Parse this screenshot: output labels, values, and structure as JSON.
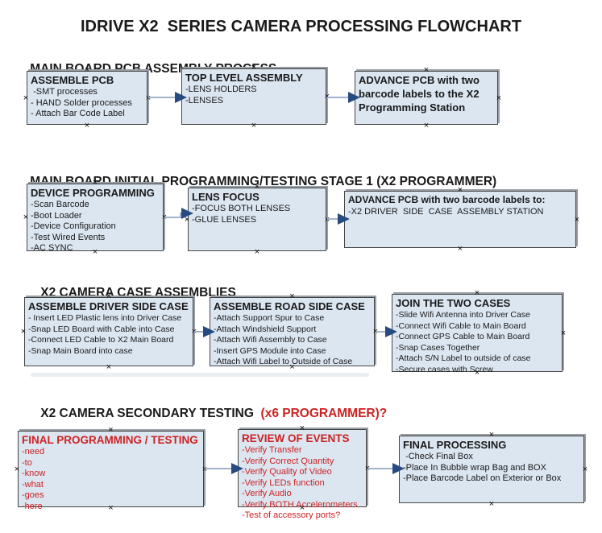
{
  "page_title": "IDRIVE X2  SERIES CAMERA PROCESSING FLOWCHART",
  "colors": {
    "box_fill": "#dce6f1",
    "box_border": "#454545",
    "arrow_line": "#a3b2cc",
    "arrow_head": "#274b80",
    "red_text": "#cc2222",
    "black_text": "#1a1a1a"
  },
  "sections": [
    {
      "heading": "MAIN BOARD PCB ASSEMBLY PROCESS",
      "heading_red": "",
      "boxes": [
        {
          "title": "ASSEMBLE PCB",
          "items": [
            " -SMT processes",
            "- HAND Solder processes",
            "- Attach Bar Code Label"
          ]
        },
        {
          "title": "TOP LEVEL ASSEMBLY",
          "items": [
            "-LENS HOLDERS",
            "-LENSES"
          ]
        },
        {
          "title": "ADVANCE PCB with two barcode labels to the X2 Programming Station",
          "items": []
        }
      ]
    },
    {
      "heading": "MAIN BOARD INITIAL PROGRAMMING/TESTING STAGE 1 (X2 PROGRAMMER)",
      "heading_red": "",
      "boxes": [
        {
          "title": "DEVICE PROGRAMMING",
          "items": [
            "-Scan Barcode",
            "-Boot Loader",
            "-Device Configuration",
            "-Test Wired Events",
            "-AC SYNC"
          ]
        },
        {
          "title": "LENS FOCUS",
          "items": [
            "-FOCUS BOTH LENSES",
            "-GLUE LENSES"
          ]
        },
        {
          "title": "ADVANCE PCB with two barcode labels to:",
          "items": [
            "-X2 DRIVER  SIDE  CASE  ASSEMBLY STATION"
          ]
        }
      ]
    },
    {
      "heading": "X2 CAMERA CASE ASSEMBLIES",
      "heading_red": "",
      "boxes": [
        {
          "title": "ASSEMBLE DRIVER SIDE CASE",
          "items": [
            "- Insert LED Plastic lens into Driver Case",
            "-Snap LED Board with Cable into Case",
            "-Connect LED Cable to X2 Main Board",
            "-Snap Main Board into case"
          ]
        },
        {
          "title": "ASSEMBLE ROAD SIDE CASE",
          "items": [
            "-Attach Support Spur to Case",
            "-Attach Windshield Support",
            "-Attach Wifi Assembly to Case",
            "-Insert GPS Module into Case",
            "-Attach Wifi Label to Outside of Case"
          ]
        },
        {
          "title": "JOIN THE TWO CASES",
          "items": [
            "-Slide Wifi Antenna into Driver Case",
            "-Connect Wifi Cable to Main Board",
            "-Connect GPS Cable to Main Board",
            "-Snap Cases Together",
            "-Attach S/N Label to outside of case",
            "-Secure cases with Screw"
          ]
        }
      ]
    },
    {
      "heading": "X2 CAMERA SECONDARY TESTING  ",
      "heading_red": "(x6 PROGRAMMER)?",
      "boxes": [
        {
          "title": "FINAL PROGRAMMING / TESTING",
          "items": [
            "-need",
            "-to",
            "-know",
            "-what",
            "-goes",
            "-here"
          ]
        },
        {
          "title": "REVIEW OF EVENTS",
          "items": [
            "-Verify Transfer",
            "-Verify Correct Quantity",
            "-Verify Quality of Video",
            "-Verify LEDs function",
            "-Verify Audio",
            "-Verify BOTH Accelerometers",
            "-Test of accessory ports?"
          ]
        },
        {
          "title": "FINAL PROCESSING",
          "items": [
            " -Check Final Box",
            "-Place In Bubble wrap Bag and BOX",
            "-Place Barcode Label on Exterior or Box"
          ]
        }
      ]
    }
  ]
}
